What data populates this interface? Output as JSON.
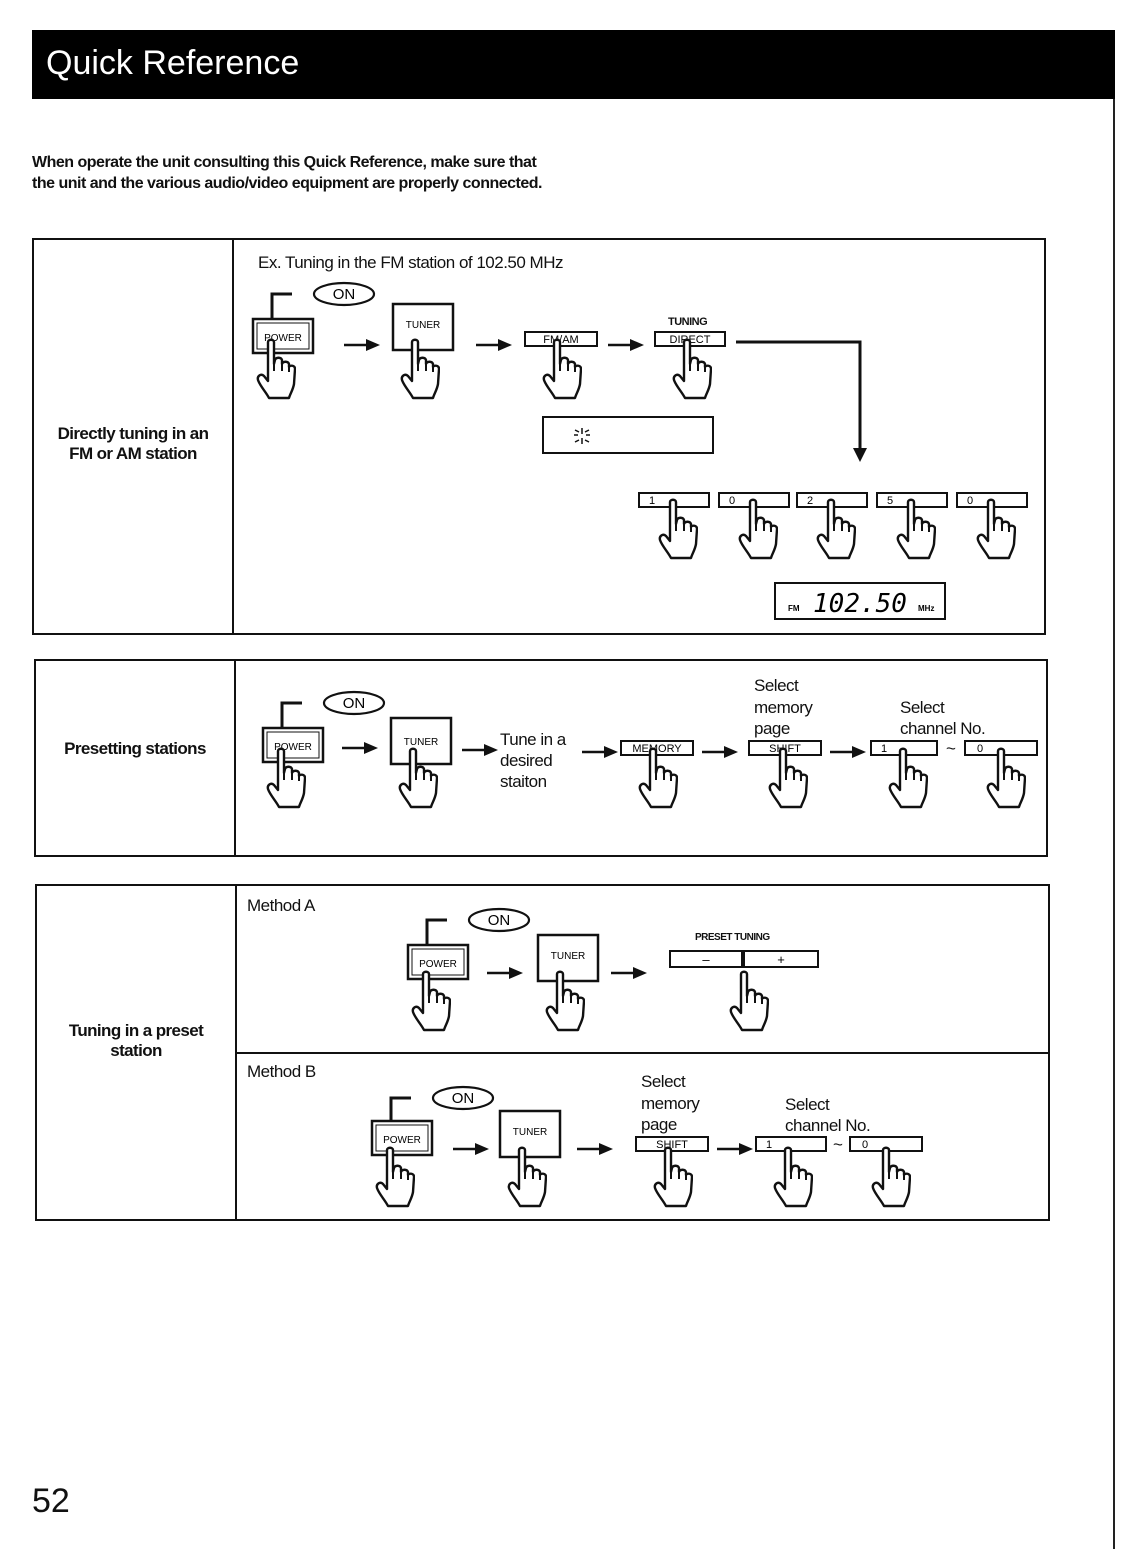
{
  "header": {
    "title": "Quick Reference"
  },
  "intro": {
    "text": "When operate the unit consulting this Quick Reference, make sure that the unit and the various audio/video equipment are properly connected."
  },
  "labels": {
    "on": "ON",
    "power": "POWER",
    "tuner": "TUNER"
  },
  "section1": {
    "label_line1": "Directly tuning in an",
    "label_line2": "FM or AM station",
    "example": "Ex. Tuning in the FM station of 102.50 MHz",
    "fm_am": "FM/AM",
    "tuning_label": "TUNING",
    "direct": "DIRECT",
    "digits": [
      "1",
      "0",
      "2",
      "5",
      "0"
    ],
    "display_band": "FM",
    "display_freq": "102.50",
    "display_unit": "MHz"
  },
  "section2": {
    "label": "Presetting stations",
    "tune_text_1": "Tune in a",
    "tune_text_2": "desired",
    "tune_text_3": "staiton",
    "memory": "MEMORY",
    "select_page_1": "Select",
    "select_page_2": "memory",
    "select_page_3": "page",
    "shift": "SHIFT",
    "select_ch_1": "Select",
    "select_ch_2": "channel No.",
    "ch_first": "1",
    "ch_last": "0",
    "tilde": "~"
  },
  "section3": {
    "label_line1": "Tuning in a preset",
    "label_line2": "station",
    "method_a": "Method A",
    "preset_tuning": "PRESET TUNING",
    "minus": "–",
    "plus": "+",
    "method_b": "Method B",
    "select_page_1": "Select",
    "select_page_2": "memory",
    "select_page_3": "page",
    "shift": "SHIFT",
    "select_ch_1": "Select",
    "select_ch_2": "channel No.",
    "ch_first": "1",
    "ch_last": "0",
    "tilde": "~"
  },
  "footer": {
    "page_number": "52"
  }
}
